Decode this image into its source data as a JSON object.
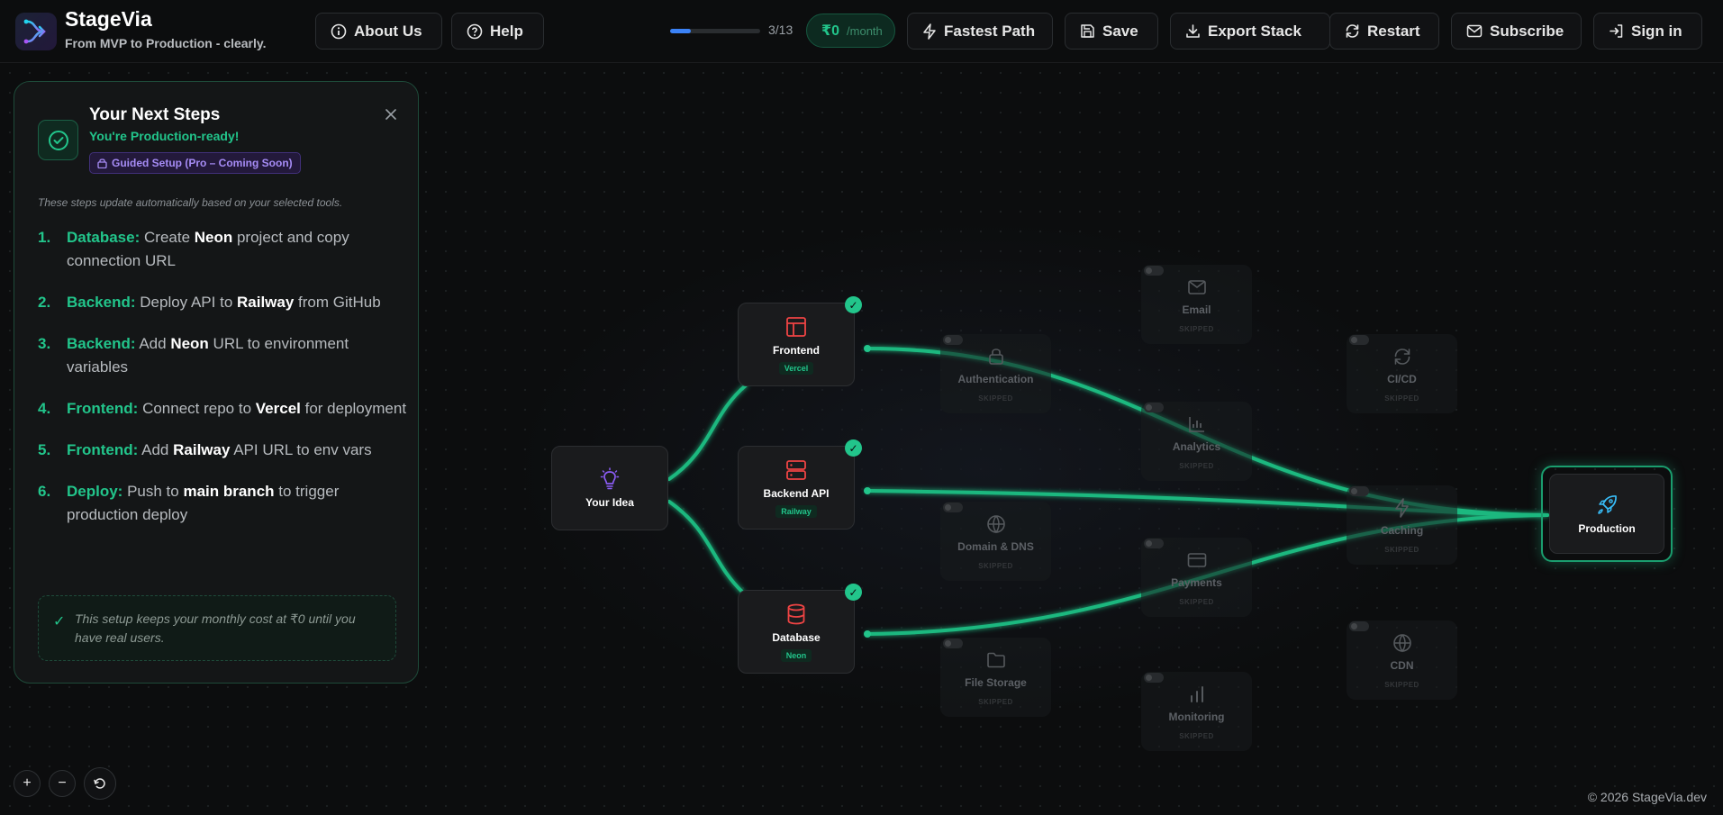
{
  "brand": {
    "name": "StageVia",
    "tagline": "From MVP to Production - clearly."
  },
  "header": {
    "about_label": "About Us",
    "help_label": "Help",
    "progress": {
      "current": 3,
      "total": 13,
      "text": "3/13",
      "fraction": 0.23
    },
    "price": {
      "amount": "₹0",
      "period": "/month"
    },
    "fastest_label": "Fastest Path",
    "save_label": "Save",
    "export_label": "Export Stack",
    "restart_label": "Restart",
    "subscribe_label": "Subscribe",
    "signin_label": "Sign in"
  },
  "panel": {
    "title": "Your Next Steps",
    "subtitle": "You're Production-ready!",
    "pro_badge": "Guided Setup (Pro – Coming Soon)",
    "note": "These steps update automatically based on your selected tools.",
    "steps": [
      {
        "num": "1.",
        "category": "Database:",
        "parts": [
          "Create ",
          "Neon",
          " project and copy connection URL"
        ]
      },
      {
        "num": "2.",
        "category": "Backend:",
        "parts": [
          "Deploy API to ",
          "Railway",
          " from GitHub"
        ]
      },
      {
        "num": "3.",
        "category": "Backend:",
        "parts": [
          "Add ",
          "Neon",
          " URL to environment variables"
        ]
      },
      {
        "num": "4.",
        "category": "Frontend:",
        "parts": [
          "Connect repo to ",
          "Vercel",
          " for deployment"
        ]
      },
      {
        "num": "5.",
        "category": "Frontend:",
        "parts": [
          "Add ",
          "Railway",
          " API URL to env vars"
        ]
      },
      {
        "num": "6.",
        "category": "Deploy:",
        "parts": [
          "Push to ",
          "main branch",
          " to trigger production deploy"
        ]
      }
    ],
    "cost_note": "This setup keeps your monthly cost at ₹0 until you have real users.",
    "cost_check": "✓"
  },
  "nodes": {
    "idea": {
      "label": "Your Idea"
    },
    "frontend": {
      "label": "Frontend",
      "tool": "Vercel"
    },
    "backend": {
      "label": "Backend API",
      "tool": "Railway"
    },
    "database": {
      "label": "Database",
      "tool": "Neon"
    },
    "production": {
      "label": "Production"
    },
    "check_mark": "✓"
  },
  "optional_nodes": [
    {
      "id": "email",
      "label": "Email",
      "status": "SKIPPED"
    },
    {
      "id": "authentication",
      "label": "Authentication",
      "status": "SKIPPED"
    },
    {
      "id": "cicd",
      "label": "CI/CD",
      "status": "SKIPPED"
    },
    {
      "id": "analytics",
      "label": "Analytics",
      "status": "SKIPPED"
    },
    {
      "id": "caching",
      "label": "Caching",
      "status": "SKIPPED"
    },
    {
      "id": "domain",
      "label": "Domain & DNS",
      "status": "SKIPPED"
    },
    {
      "id": "payments",
      "label": "Payments",
      "status": "SKIPPED"
    },
    {
      "id": "cdn",
      "label": "CDN",
      "status": "SKIPPED"
    },
    {
      "id": "storage",
      "label": "File Storage",
      "status": "SKIPPED"
    },
    {
      "id": "monitoring",
      "label": "Monitoring",
      "status": "SKIPPED"
    }
  ],
  "controls": {
    "zoom_in": "+",
    "zoom_out": "−"
  },
  "footer": {
    "copyright": "© 2026 StageVia.dev"
  },
  "colors": {
    "accent_green": "#22c58b",
    "accent_blue": "#3b82f6",
    "tool_red": "#ef4444",
    "idea_purple": "#8b5cf6",
    "production_blue": "#38bdf8"
  }
}
